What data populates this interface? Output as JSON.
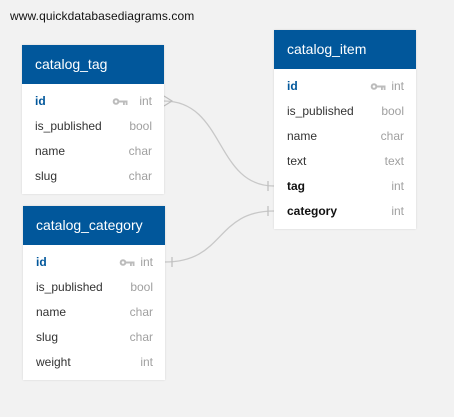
{
  "watermark": "www.quickdatabasediagrams.com",
  "tables": {
    "catalog_tag": {
      "title": "catalog_tag",
      "rows": [
        {
          "name": "id",
          "type": "int"
        },
        {
          "name": "is_published",
          "type": "bool"
        },
        {
          "name": "name",
          "type": "char"
        },
        {
          "name": "slug",
          "type": "char"
        }
      ]
    },
    "catalog_category": {
      "title": "catalog_category",
      "rows": [
        {
          "name": "id",
          "type": "int"
        },
        {
          "name": "is_published",
          "type": "bool"
        },
        {
          "name": "name",
          "type": "char"
        },
        {
          "name": "slug",
          "type": "char"
        },
        {
          "name": "weight",
          "type": "int"
        }
      ]
    },
    "catalog_item": {
      "title": "catalog_item",
      "rows": [
        {
          "name": "id",
          "type": "int"
        },
        {
          "name": "is_published",
          "type": "bool"
        },
        {
          "name": "name",
          "type": "char"
        },
        {
          "name": "text",
          "type": "text"
        },
        {
          "name": "tag",
          "type": "int"
        },
        {
          "name": "category",
          "type": "int"
        }
      ]
    }
  },
  "icons": {
    "primary_key": "key-icon"
  },
  "colors": {
    "header": "#01579b",
    "background": "#f2f2f2",
    "connector": "#c8c8c8"
  }
}
